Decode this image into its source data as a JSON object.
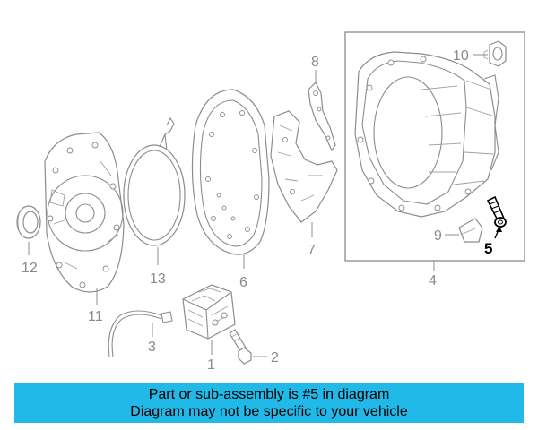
{
  "callouts": {
    "c1": "1",
    "c2": "2",
    "c3": "3",
    "c4": "4",
    "c5": "5",
    "c6": "6",
    "c7": "7",
    "c8": "8",
    "c9": "9",
    "c10": "10",
    "c11": "11",
    "c12": "12",
    "c13": "13"
  },
  "highlighted_part": "5",
  "banner": {
    "line1": "Part or sub-assembly is #5 in diagram",
    "line2": "Diagram may not be specific to your vehicle",
    "color": "#20b9e8"
  },
  "colors": {
    "line": "#8c8c8c",
    "highlight": "#000000"
  }
}
